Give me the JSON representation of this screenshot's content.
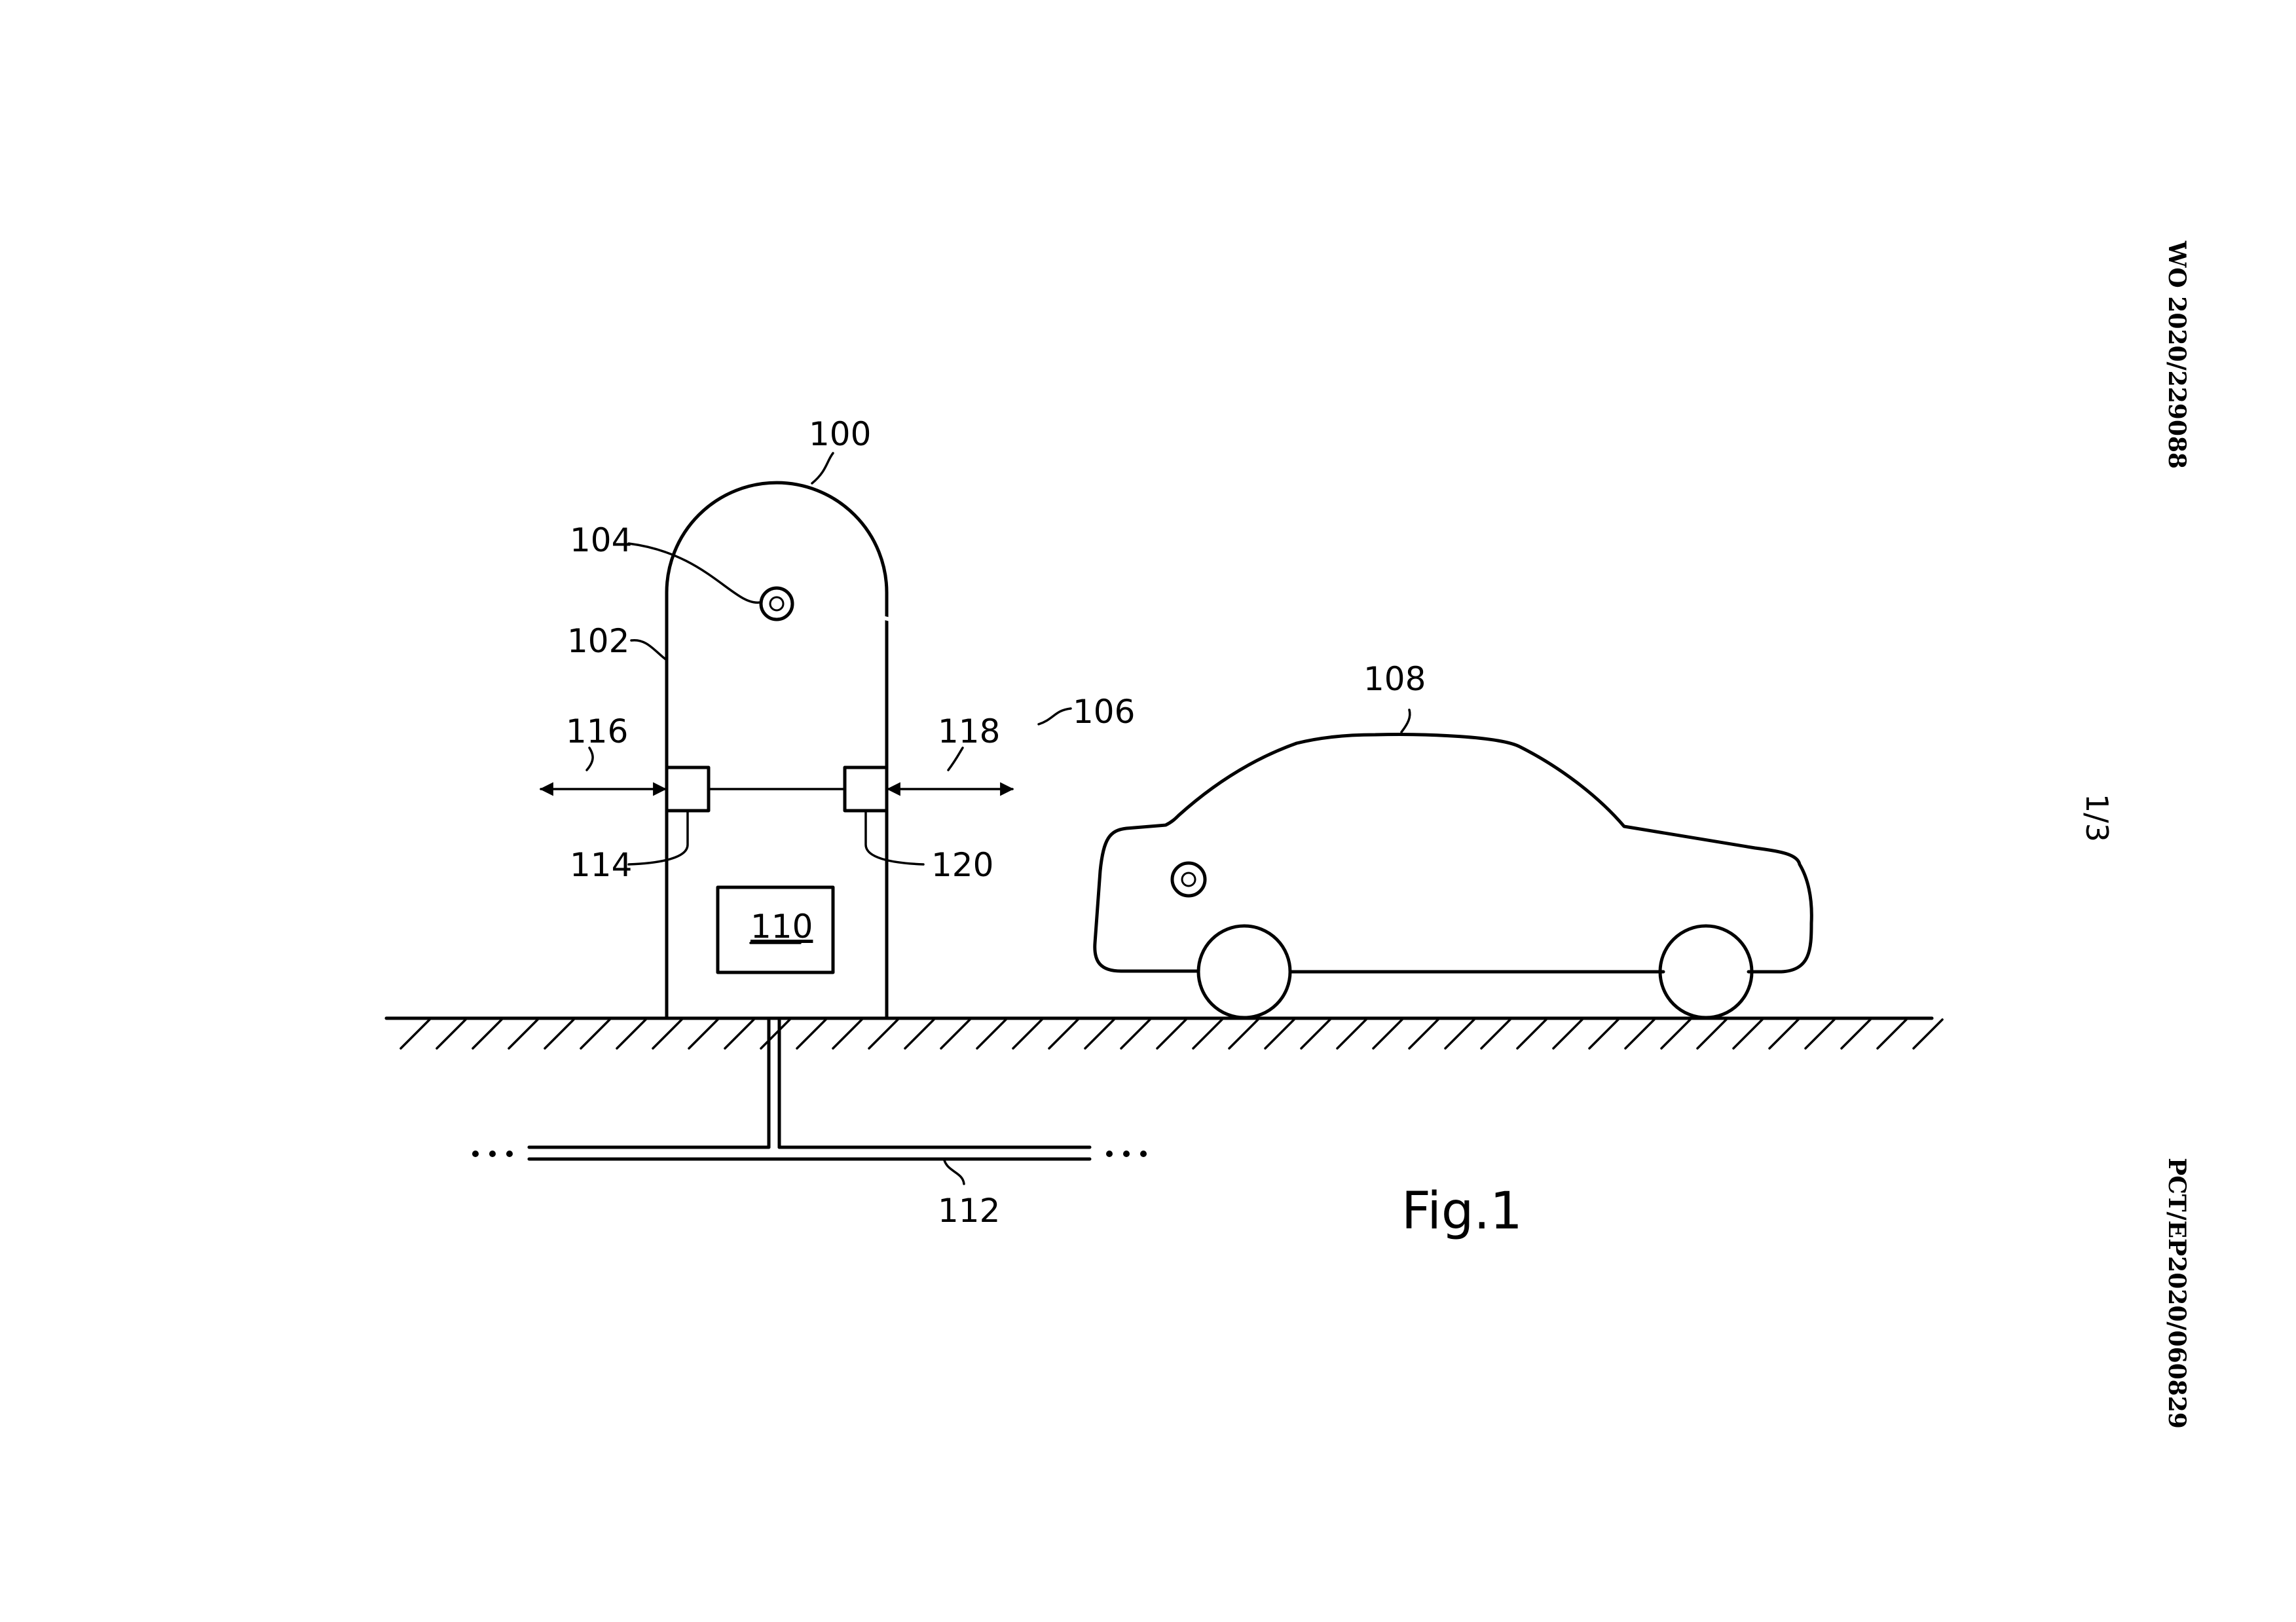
{
  "header": {
    "publication_number": "WO 2020/229088",
    "application_number": "PCT/EP2020/060829",
    "sheet": "1/3"
  },
  "figure": {
    "caption": "Fig.1",
    "labels": {
      "station": "100",
      "housing": "102",
      "outlet": "104",
      "cable": "106",
      "vehicle": "108",
      "unit": "110",
      "grid_line": "112",
      "interface_left": "114",
      "arrow_left": "116",
      "arrow_right": "118",
      "interface_right": "120"
    },
    "ellipsis_left": "...",
    "ellipsis_right": "..."
  }
}
